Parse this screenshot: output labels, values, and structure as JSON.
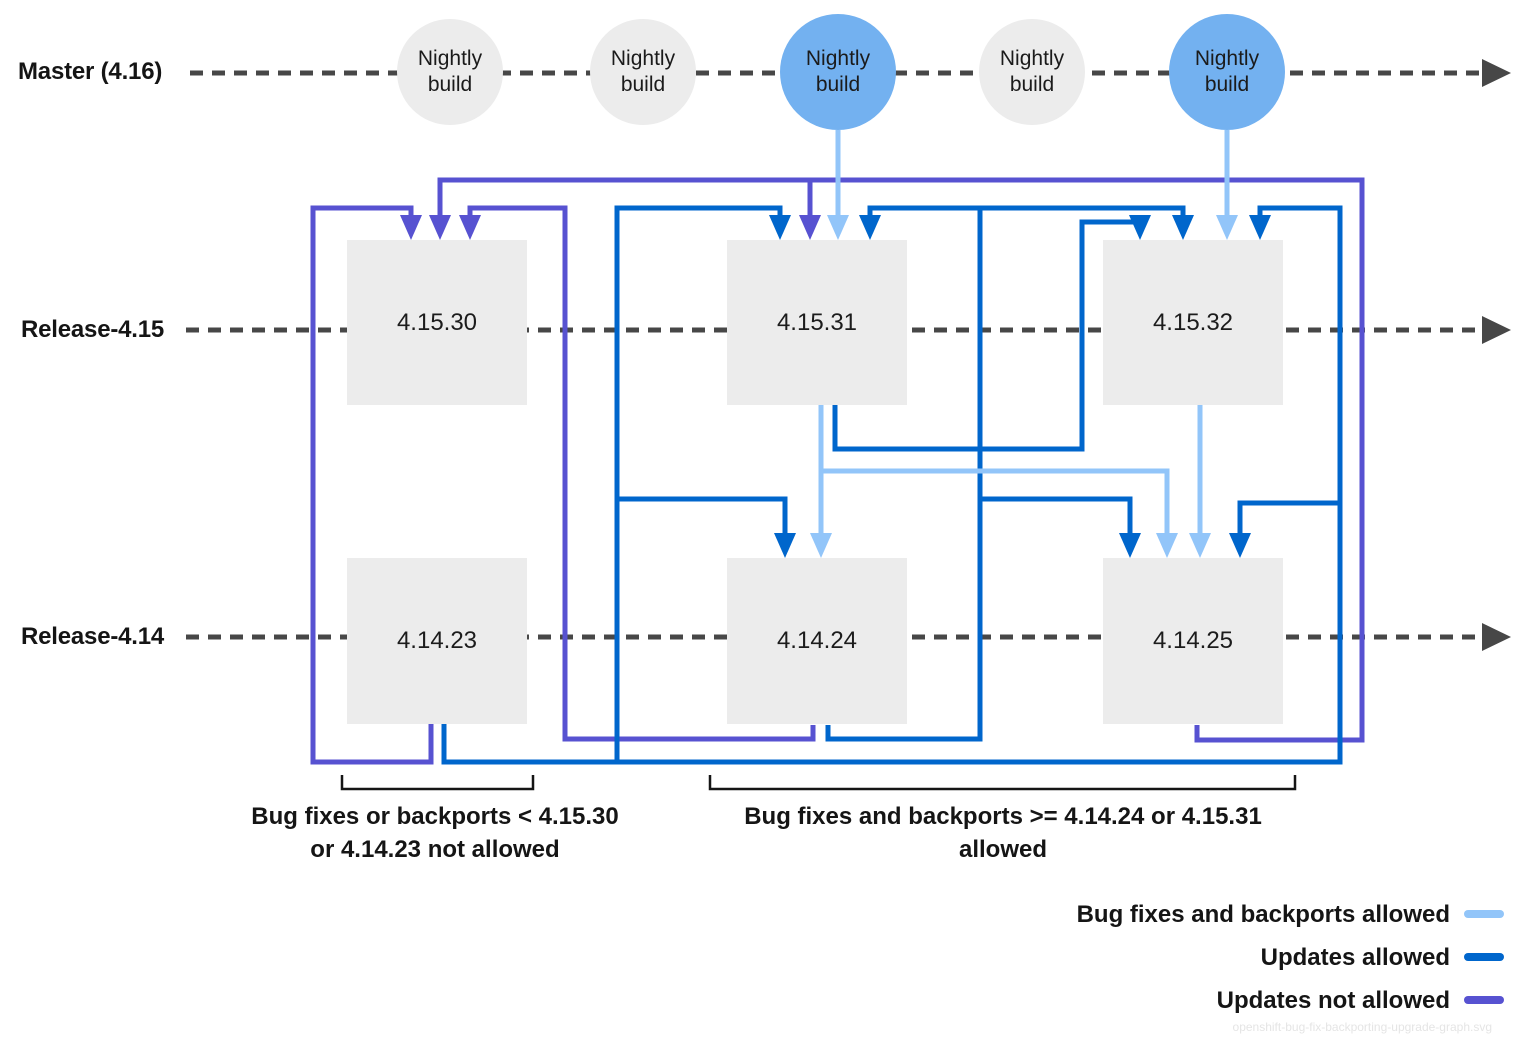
{
  "diagram_title": "OpenShift bug fix backporting upgrade graph",
  "colors": {
    "bug_fixes_backports_allowed": "#92C5F9",
    "updates_allowed": "#0066CC",
    "updates_not_allowed": "#5752D1",
    "nightly_highlight": "#73B1F0",
    "node_gray": "#ECECEC",
    "timeline_gray": "#474747",
    "bracket_black": "#151515"
  },
  "rows": [
    {
      "label": "Master (4.16)"
    },
    {
      "label": "Release-4.15"
    },
    {
      "label": "Release-4.14"
    }
  ],
  "nightly_builds": [
    {
      "label_line1": "Nightly",
      "label_line2": "build",
      "highlighted": false
    },
    {
      "label_line1": "Nightly",
      "label_line2": "build",
      "highlighted": false
    },
    {
      "label_line1": "Nightly",
      "label_line2": "build",
      "highlighted": true
    },
    {
      "label_line1": "Nightly",
      "label_line2": "build",
      "highlighted": false
    },
    {
      "label_line1": "Nightly",
      "label_line2": "build",
      "highlighted": true
    }
  ],
  "nodes": {
    "release_415": [
      "4.15.30",
      "4.15.31",
      "4.15.32"
    ],
    "release_414": [
      "4.14.23",
      "4.14.24",
      "4.14.25"
    ]
  },
  "annotations": [
    {
      "line1": "Bug fixes or backports < 4.15.30",
      "line2": "or 4.14.23 not allowed"
    },
    {
      "line1": "Bug fixes and backports >= 4.14.24 or 4.15.31",
      "line2": "allowed"
    }
  ],
  "legend": [
    {
      "label": "Bug fixes and backports allowed",
      "color": "#92C5F9"
    },
    {
      "label": "Updates allowed",
      "color": "#0066CC"
    },
    {
      "label": "Updates not allowed",
      "color": "#5752D1"
    }
  ],
  "watermark": "openshift-bug-fix-backporting-upgrade-graph.svg",
  "edges": {
    "bug_fixes_and_backports_allowed": [
      {
        "from": "nightly-build-3",
        "to": "4.15.31"
      },
      {
        "from": "nightly-build-5",
        "to": "4.15.32"
      },
      {
        "from": "4.15.31",
        "to": "4.14.24"
      },
      {
        "from": "4.15.31",
        "to": "4.14.25"
      },
      {
        "from": "4.15.32",
        "to": "4.14.25"
      }
    ],
    "updates_allowed": [
      {
        "from": "4.14.23",
        "to": "4.15.31"
      },
      {
        "from": "4.14.23",
        "to": "4.15.32"
      },
      {
        "from": "4.14.23",
        "to": "4.14.24"
      },
      {
        "from": "4.14.23",
        "to": "4.14.25"
      },
      {
        "from": "4.14.24",
        "to": "4.15.31"
      },
      {
        "from": "4.14.24",
        "to": "4.15.32"
      },
      {
        "from": "4.14.24",
        "to": "4.14.25"
      },
      {
        "from": "4.15.31",
        "to": "4.15.32"
      }
    ],
    "updates_not_allowed": [
      {
        "from": "4.14.23",
        "to": "4.15.30"
      },
      {
        "from": "4.14.24",
        "to": "4.15.30"
      },
      {
        "from": "4.14.25",
        "to": "4.15.30"
      },
      {
        "from": "4.14.25",
        "to": "4.15.31"
      }
    ]
  }
}
